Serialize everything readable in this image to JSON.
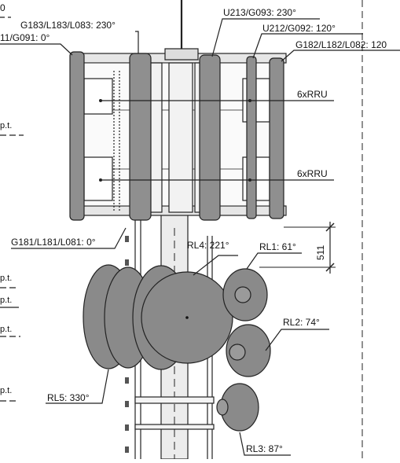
{
  "labels": {
    "top_left_zero": "0",
    "g183": "G183/L183/L083: 230°",
    "u213": "U213/G093: 230°",
    "u212": "U212/G092: 120°",
    "g182": "G182/L182/L082: 120",
    "g091": "11/G091: 0°",
    "rru_upper": "6xRRU",
    "rru_lower": "6xRRU",
    "g181": "G181/L181/L081: 0°",
    "rl4": "RL4: 221°",
    "rl1": "RL1: 61°",
    "rl2": "RL2: 74°",
    "rl3": "RL3: 87°",
    "rl5": "RL5: 330°",
    "dim_511": "511",
    "p_t_1": "p.t.",
    "p_t_2": "p.t.",
    "p_t_3": "p.t.",
    "p_t_4": "p.t.",
    "p_t_5": "p.t."
  },
  "colors": {
    "line": "#222222",
    "panel_fill": "#8f8f8f",
    "dish_fill": "#8a8a8a",
    "dish_dark": "#6f6f6f",
    "frame_fill": "#e6e6e6",
    "mast_fill": "#e9e9e9"
  }
}
